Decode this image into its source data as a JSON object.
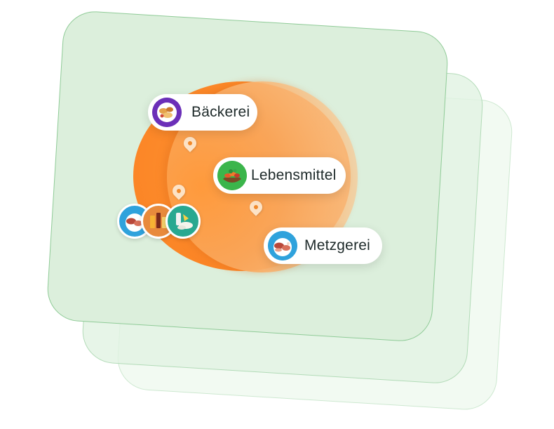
{
  "categories": [
    {
      "label": "Bäckerei",
      "icon": "bakery-icon"
    },
    {
      "label": "Lebensmittel",
      "icon": "groceries-icon"
    },
    {
      "label": "Metzgerei",
      "icon": "butcher-icon"
    }
  ],
  "small_icons": [
    "meat-icon",
    "drinks-icon",
    "dairy-icon"
  ],
  "colors": {
    "card": "#dcefdc",
    "card_border": "#8fcb97",
    "orange": "#fb8526",
    "pin": "#fde3c6"
  }
}
